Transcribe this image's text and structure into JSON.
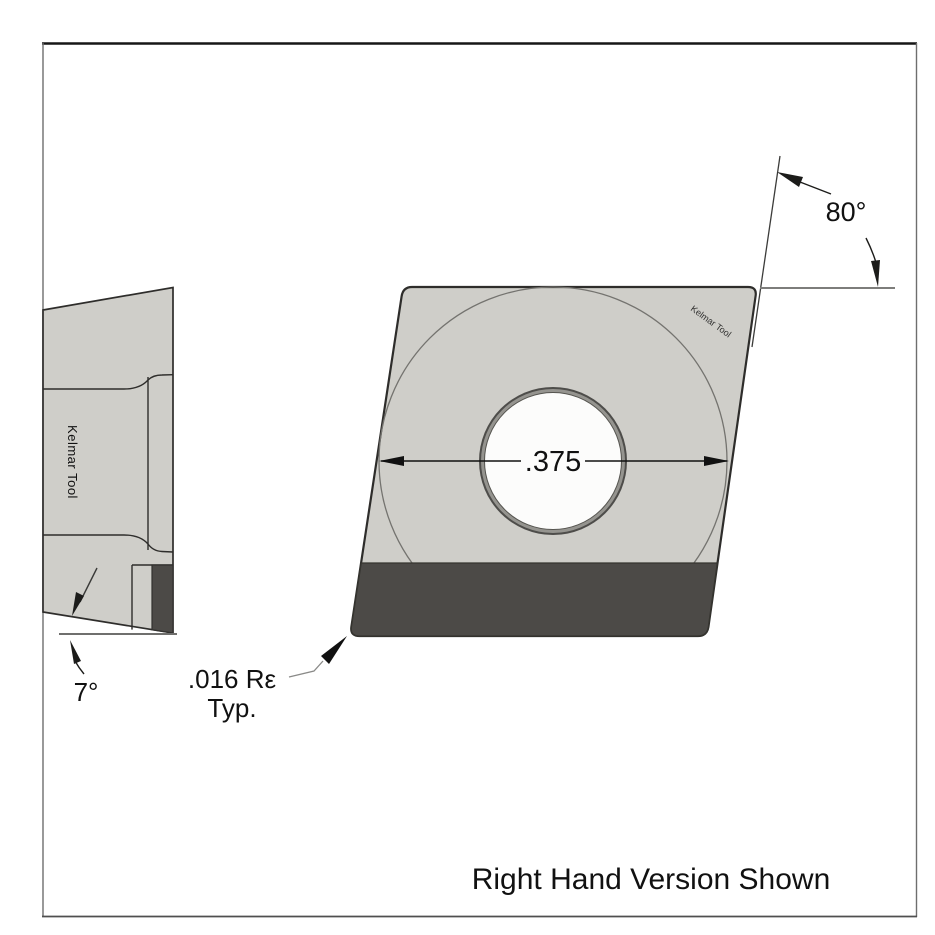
{
  "drawing": {
    "caption": "Right Hand Version Shown",
    "front_view": {
      "watermark": "Kelmar Tool",
      "inscribed_circle_dimension": ".375",
      "nose_angle": "80°",
      "corner_radius_note_line1": ".016 Rε",
      "corner_radius_note_line2": "Typ."
    },
    "side_view": {
      "watermark": "Kelmar Tool",
      "clearance_angle": "7°"
    },
    "colors": {
      "insert_body": "#cfcec9",
      "edge_band": "#4c4a47",
      "outline": "#2e2d2b",
      "hole_ring": "#95948f",
      "hole_rim": "#4e4d4a",
      "hole_bore": "#fcfcfb",
      "dimension_ink": "#111111",
      "reference_line": "#7d7d7b",
      "watermark_ink": "#e4e4e0",
      "frame_border": "#6e6e6e"
    }
  }
}
